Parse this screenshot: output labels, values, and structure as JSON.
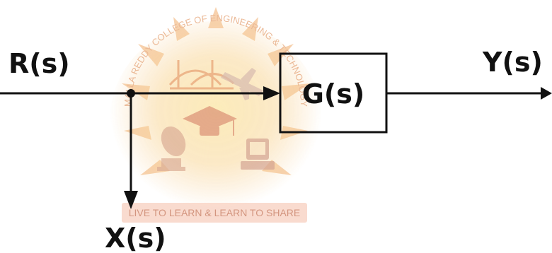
{
  "diagram": {
    "input_label": "R(s)",
    "output_label": "Y(s)",
    "block_label": "G(s)",
    "takeoff_label": "X(s)"
  },
  "watermark": {
    "arc_text": "MALLA REDDY COLLEGE OF ENGINEERING & TECHNOLOGY",
    "motto": "LIVE TO LEARN & LEARN TO SHARE",
    "colors": {
      "glow": "#f6c98a",
      "orange": "#f0a766",
      "motto_banner": "#f7c7b4"
    }
  },
  "colors": {
    "line": "#111111",
    "background": "#ffffff"
  }
}
